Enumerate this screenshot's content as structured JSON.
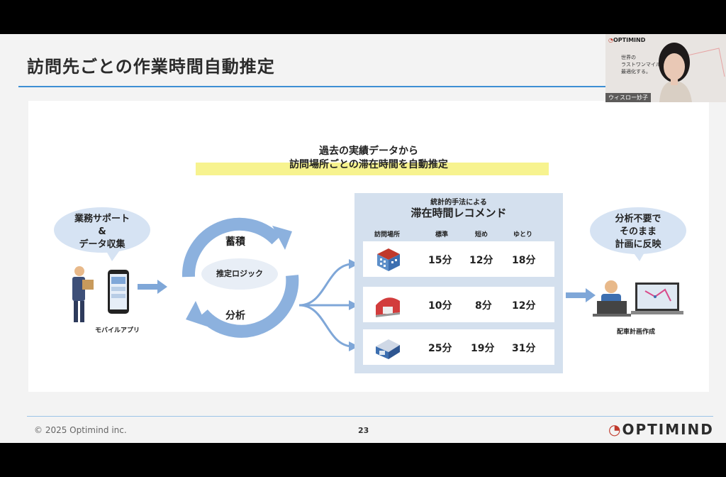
{
  "slide": {
    "title": "訪問先ごとの作業時間自動推定",
    "headline_line1": "過去の実績データから",
    "headline_line2": "訪問場所ごとの滞在時間を自動推定",
    "left_bubble": [
      "業務サポート",
      "&",
      "データ収集"
    ],
    "mobile_label": "モバイルアプリ",
    "cycle": {
      "top": "蓄積",
      "bottom": "分析",
      "center": "推定ロジック"
    },
    "recommend": {
      "subtitle": "統計的手法による",
      "title": "滞在時間レコメンド",
      "headers": [
        "訪問場所",
        "標準",
        "短め",
        "ゆとり"
      ],
      "rows": [
        {
          "icon": "office-building-icon",
          "standard": "15分",
          "short": "12分",
          "relaxed": "18分"
        },
        {
          "icon": "warehouse-icon",
          "standard": "10分",
          "short": "8分",
          "relaxed": "12分"
        },
        {
          "icon": "factory-icon",
          "standard": "25分",
          "short": "19分",
          "relaxed": "31分"
        }
      ]
    },
    "right_bubble": [
      "分析不要で",
      "そのまま",
      "計画に反映"
    ],
    "right_label": "配車計画作成",
    "footer": {
      "copyright": "© 2025 Optimind inc.",
      "page": "23",
      "logo": "OPTIMIND"
    }
  },
  "webcam": {
    "logo": "OPTIMIND",
    "text_line1": "世界の",
    "text_line2": "ラストワンマイルを",
    "text_line3": "最適化する。",
    "name": "ウィスロー妙子"
  },
  "colors": {
    "accent": "#3d8fd4",
    "bubble": "#d6e3f3",
    "arrow": "#7fa7d8",
    "highlight": "#f7f38f",
    "box": "#d4e0ee"
  }
}
